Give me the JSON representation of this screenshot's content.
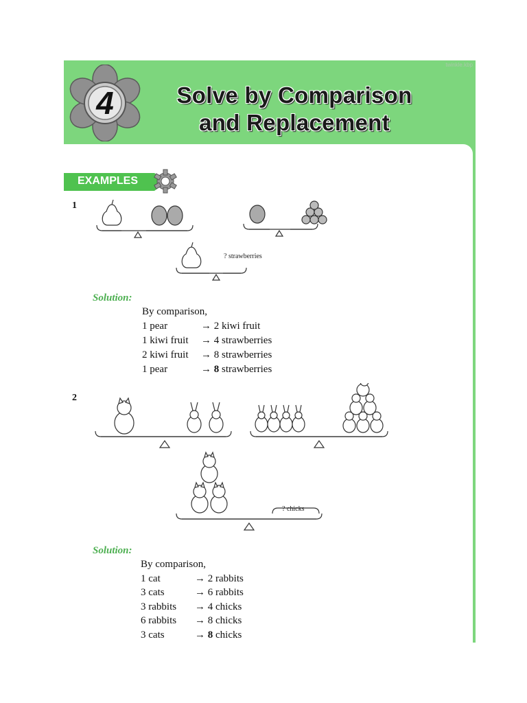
{
  "watermark": "twinkle.kbp",
  "chapter_number": "4",
  "title_line1": "Solve by Comparison",
  "title_line2": "and Replacement",
  "section_label": "EXAMPLES",
  "examples": [
    {
      "number": "1",
      "question_label": "? strawberries",
      "solution_label": "Solution:",
      "lines": [
        {
          "text": "By comparison,"
        },
        {
          "left": "1 pear",
          "arrow": "→",
          "right": "2 kiwi fruit"
        },
        {
          "left": "1 kiwi fruit",
          "arrow": "→",
          "right": "4 strawberries"
        },
        {
          "left": "2 kiwi fruit",
          "arrow": "→",
          "right": "8 strawberries"
        },
        {
          "left": "1 pear",
          "arrow": "→",
          "bold": "8",
          "right": " strawberries"
        }
      ]
    },
    {
      "number": "2",
      "question_label": "? chicks",
      "solution_label": "Solution:",
      "lines": [
        {
          "text": "By comparison,"
        },
        {
          "left": "1 cat",
          "arrow": "→",
          "right": "2 rabbits"
        },
        {
          "left": "3 cats",
          "arrow": "→",
          "right": "6 rabbits"
        },
        {
          "left": "3 rabbits",
          "arrow": "→",
          "right": "4 chicks"
        },
        {
          "left": "6 rabbits",
          "arrow": "→",
          "right": "8 chicks"
        },
        {
          "left": "3 cats",
          "arrow": "→",
          "bold": "8",
          "right": " chicks"
        }
      ]
    }
  ]
}
